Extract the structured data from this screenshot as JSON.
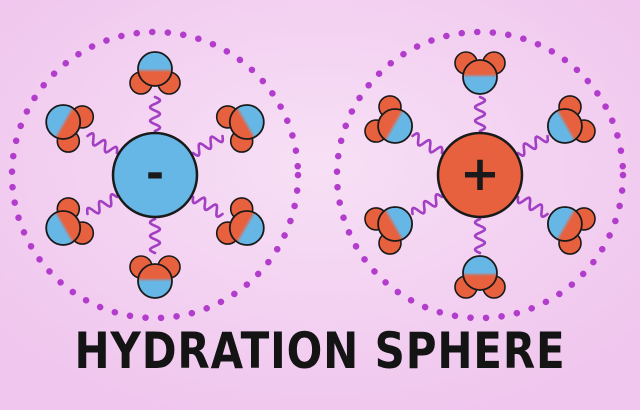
{
  "title": "HYDRATION SPHERE",
  "colors": {
    "background": "#f0c6ee",
    "background_center": "#f7e0f5",
    "sphere_outline": "#b23ccc",
    "bond": "#a33fc2",
    "anion": "#66b6e6",
    "cation": "#e8613f",
    "oxygen_blue": "#66b6e6",
    "hydrogen_orange": "#e8613f",
    "outline": "#1a1a1a"
  },
  "diagrams": [
    {
      "ion": {
        "charge": "negative",
        "symbol": "-"
      },
      "water_molecule_count": 6,
      "water_orientation": "hydrogen-toward-ion"
    },
    {
      "ion": {
        "charge": "positive",
        "symbol": "+"
      },
      "water_molecule_count": 6,
      "water_orientation": "oxygen-toward-ion"
    }
  ]
}
